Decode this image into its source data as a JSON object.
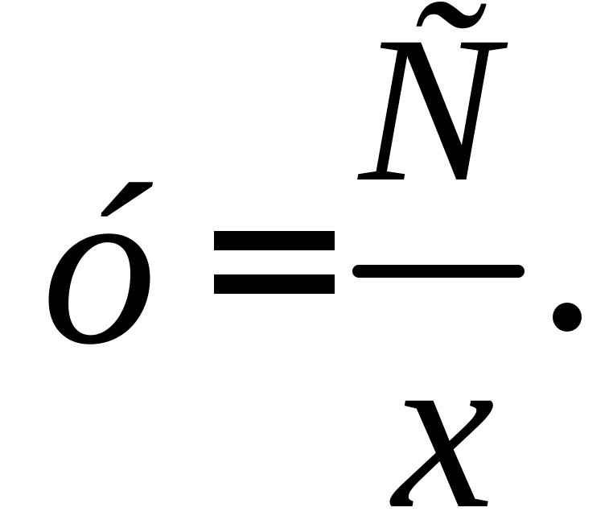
{
  "formula": {
    "lhs": "ó",
    "equals": "=",
    "numerator": "Ñ",
    "denominator": "x",
    "period": "."
  },
  "colors": {
    "ink": "#000000",
    "background": "#ffffff"
  }
}
